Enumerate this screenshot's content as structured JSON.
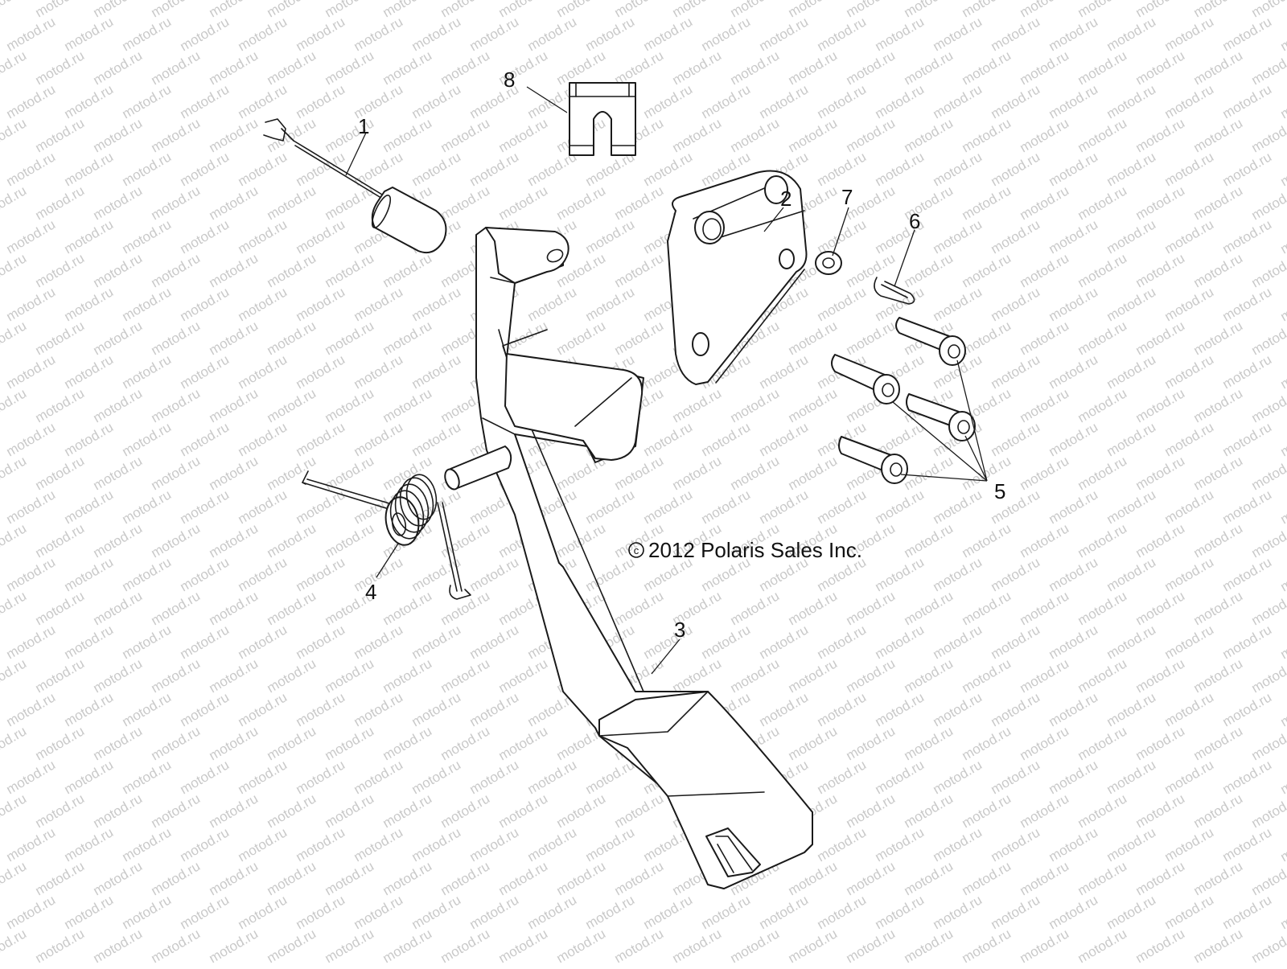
{
  "watermark": {
    "text": "motod.ru",
    "color": "#c9c9c9"
  },
  "copyright": {
    "symbol": "c",
    "text": "2012 Polaris Sales Inc."
  },
  "callouts": [
    {
      "id": "1",
      "label": "1"
    },
    {
      "id": "2",
      "label": "2"
    },
    {
      "id": "3",
      "label": "3"
    },
    {
      "id": "4",
      "label": "4"
    },
    {
      "id": "5",
      "label": "5"
    },
    {
      "id": "6",
      "label": "6"
    },
    {
      "id": "7",
      "label": "7"
    },
    {
      "id": "8",
      "label": "8"
    }
  ],
  "colors": {
    "line": "#1a1a1a",
    "background": "#ffffff"
  }
}
